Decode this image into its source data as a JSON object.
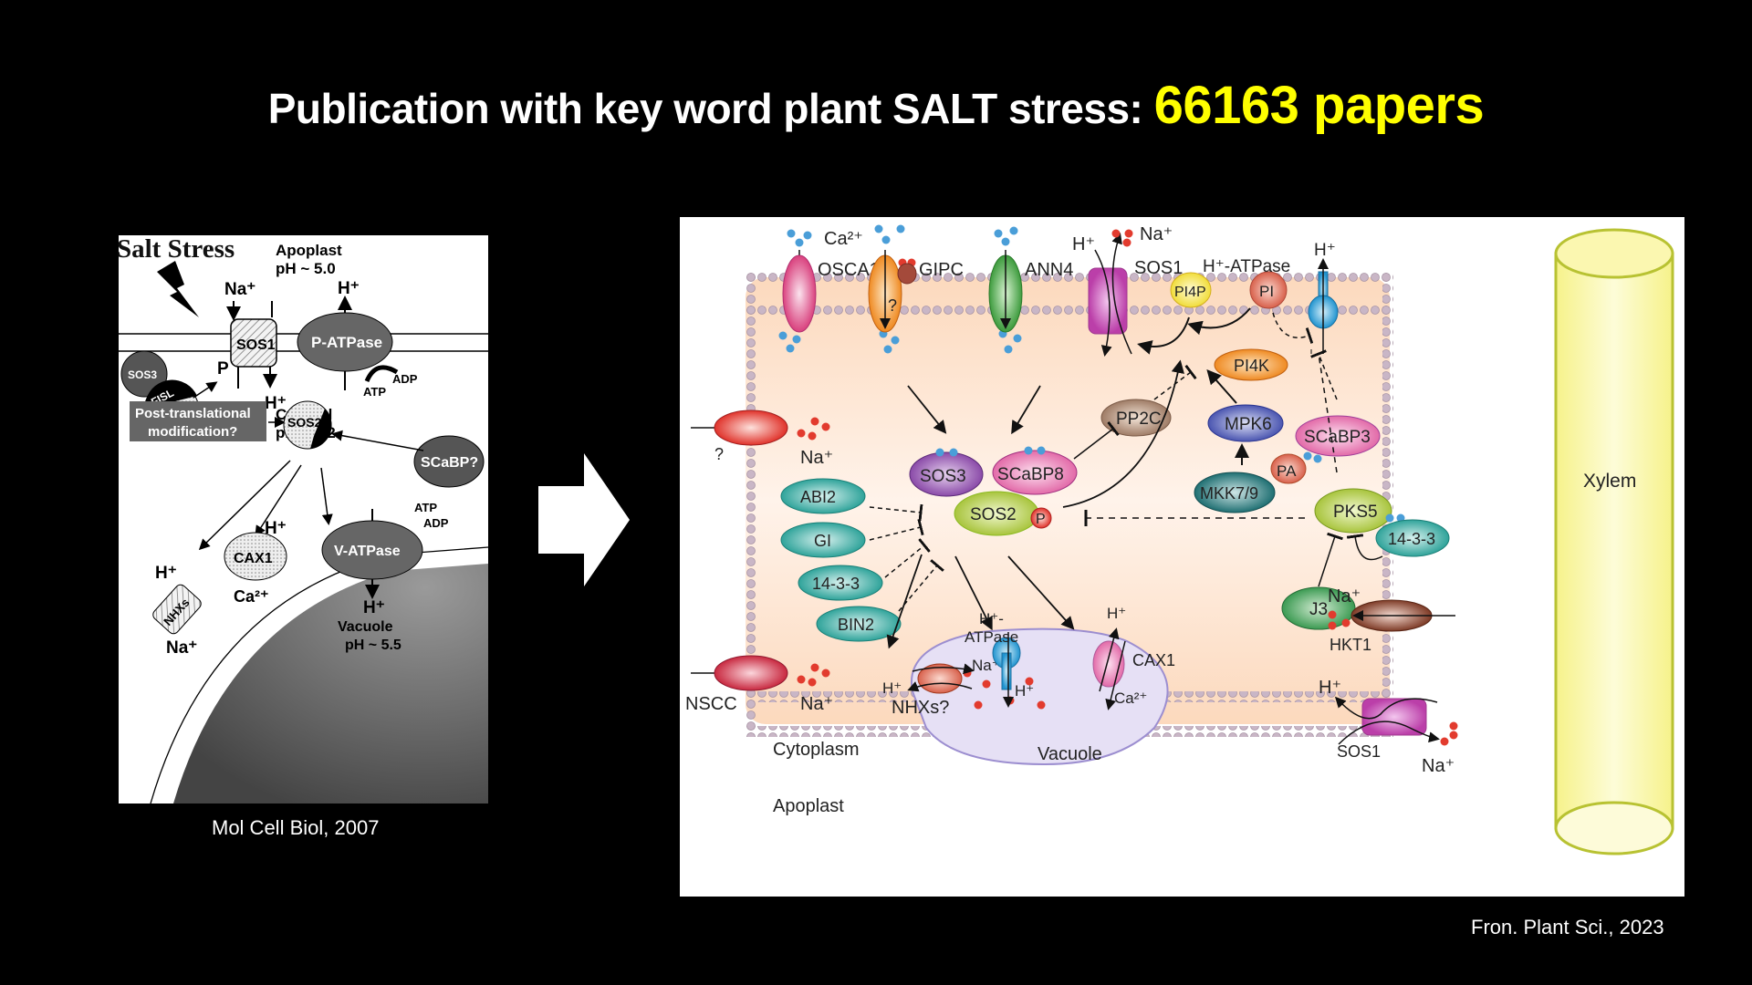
{
  "slide": {
    "title_prefix": "Publication with key word plant SALT stress:",
    "title_highlight": "66163 papers",
    "highlight_color": "#ffff00",
    "background_color": "#000000"
  },
  "left_figure": {
    "heading": "Salt Stress",
    "apoplast": "Apoplast",
    "apoplast_ph": "pH ~ 5.0",
    "cytosol": "Cytosol",
    "cytosol_ph": "pH ~ 7.2",
    "sos1": "SOS1",
    "p_atpase": "P-ATPase",
    "sos3": "SOS3",
    "fisl": "FISL",
    "sos2": "SOS2",
    "p": "P",
    "na": "Na⁺",
    "h": "H⁺",
    "atp": "ATP",
    "adp": "ADP",
    "ptm_line1": "Post-translational",
    "ptm_line2": "modification?",
    "scabp": "SCaBP?",
    "cax1": "CAX1",
    "ca": "Ca²⁺",
    "v_atpase": "V-ATPase",
    "nhxs": "NHXs",
    "vacuole": "Vacuole",
    "vacuole_ph": "pH ~ 5.5",
    "citation": "Mol Cell Biol, 2007"
  },
  "right_figure": {
    "ca": "Ca²⁺",
    "osca1": "OSCA1",
    "gipc": "GIPC",
    "question": "?",
    "ann4": "ANN4",
    "h": "H⁺",
    "na": "Na⁺",
    "sos1": "SOS1",
    "h_atpase": "H⁺-ATPase",
    "h_atpase_split1": "H⁺-",
    "h_atpase_split2": "ATPase",
    "pi4p": "PI4P",
    "pi": "PI",
    "pi4k": "PI4K",
    "pp2c": "PP2C",
    "mpk6": "MPK6",
    "pa": "PA",
    "mkk79": "MKK7/9",
    "scabp3": "SCaBP3",
    "xylem": "Xylem",
    "sos3": "SOS3",
    "scabp8": "SCaBP8",
    "sos2": "SOS2",
    "p": "P",
    "abi2": "ABI2",
    "gi": "GI",
    "r1433": "14-3-3",
    "bin2": "BIN2",
    "pks5": "PKS5",
    "j3": "J3",
    "hkt1": "HKT1",
    "nscc": "NSCC",
    "nhxs": "NHXs?",
    "cax1": "CAX1",
    "vacuole": "Vacuole",
    "cytoplasm": "Cytoplasm",
    "apoplast": "Apoplast",
    "citation": "Fron. Plant Sci., 2023"
  }
}
